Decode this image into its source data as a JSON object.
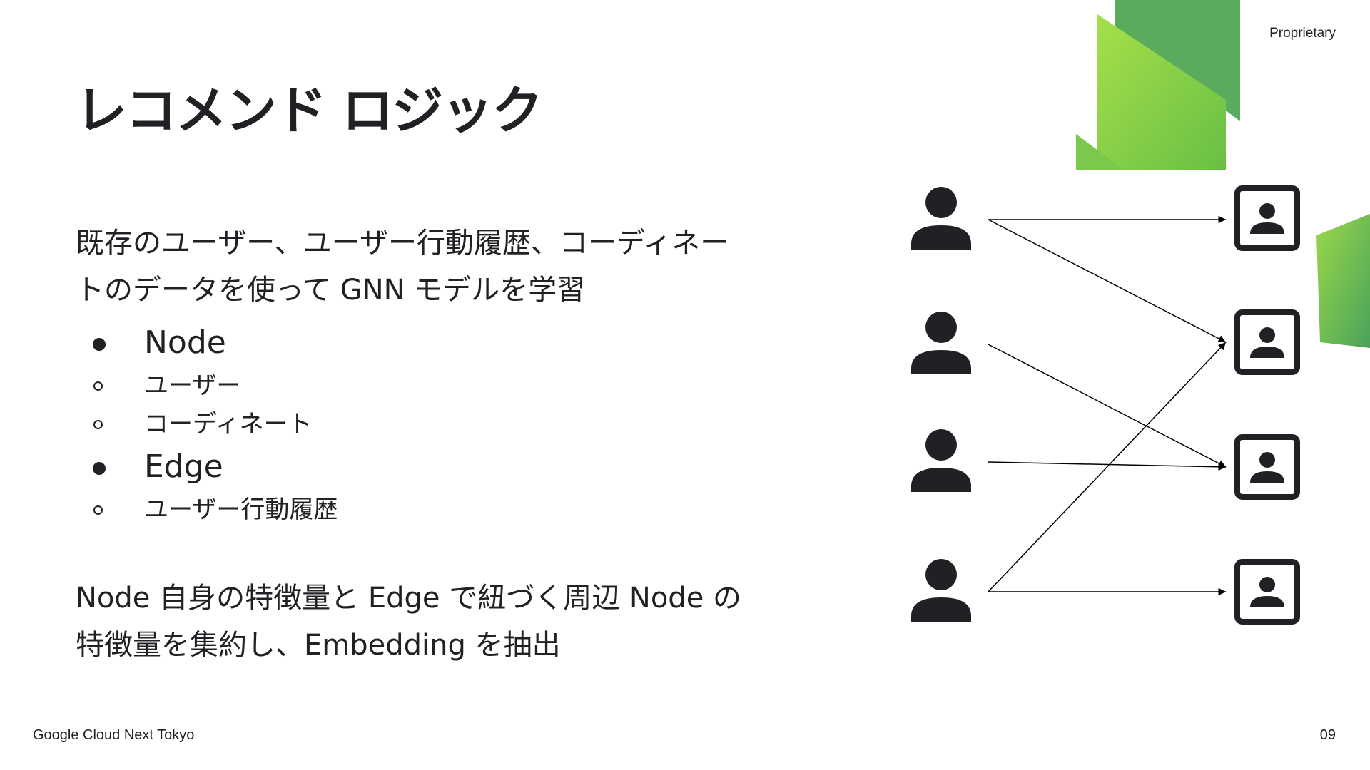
{
  "header": {
    "proprietary": "Proprietary"
  },
  "title": "レコメンド ロジック",
  "paragraph1": "既存のユーザー、ユーザー行動履歴、コーディネー\nトのデータを使って GNN モデルを学習",
  "bullets": [
    {
      "label": "Node",
      "sub": [
        "ユーザー",
        "コーディネート"
      ]
    },
    {
      "label": "Edge",
      "sub": [
        "ユーザー行動履歴"
      ]
    }
  ],
  "paragraph2": "Node 自身の特徴量と Edge で紐づく周辺 Node の\n特徴量を集約し、Embedding を抽出",
  "graph": {
    "left_icon": "person-icon",
    "right_icon": "coordinate-card-icon",
    "edges": [
      [
        0,
        0
      ],
      [
        0,
        1
      ],
      [
        1,
        2
      ],
      [
        2,
        2
      ],
      [
        3,
        1
      ],
      [
        3,
        3
      ]
    ]
  },
  "footer": {
    "brand": "Google Cloud Next Tokyo",
    "page": "09"
  },
  "colors": {
    "green_dark": "#5aab5e",
    "green_light": "#8fd84a",
    "text": "#202124"
  }
}
